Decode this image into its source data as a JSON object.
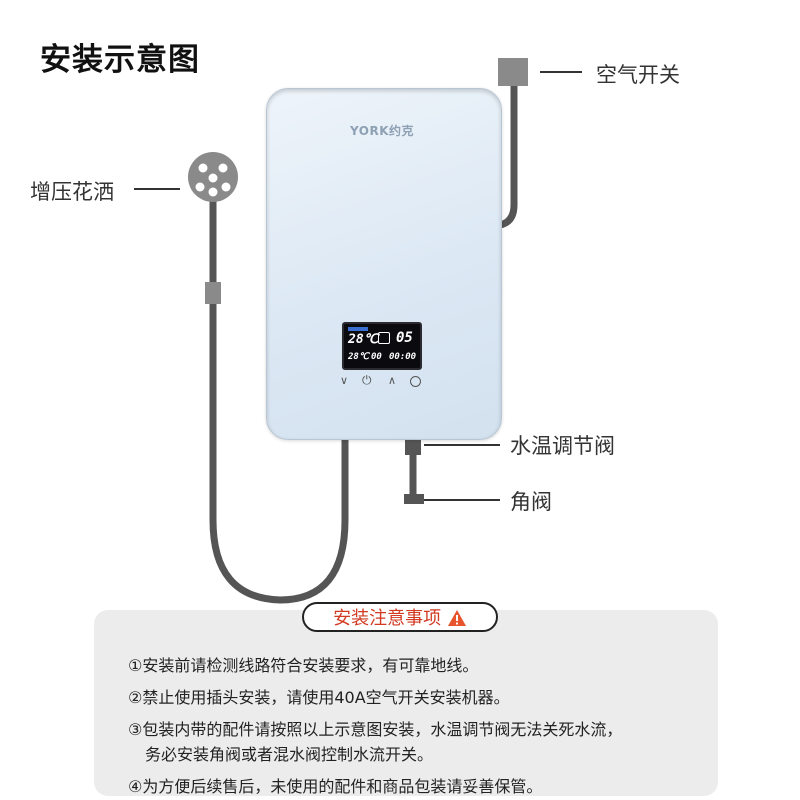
{
  "title": "安装示意图",
  "brand": "YORK约克",
  "display": {
    "temp_big": "28℃",
    "value_big": "05",
    "temp_small": "28℃",
    "time_small": "00",
    "clock": "00:00"
  },
  "labels": {
    "air_switch": "空气开关",
    "shower": "增压花洒",
    "temp_valve": "水温调节阀",
    "angle_valve": "角阀"
  },
  "notice": {
    "heading": "安装注意事项",
    "items": [
      "①安装前请检测线路符合安装要求，有可靠地线。",
      "②禁止使用插头安装，请使用40A空气开关安装机器。",
      "③包装内带的配件请按照以上示意图安装，水温调节阀无法关死水流，",
      "务必安装角阀或者混水阀控制水流开关。",
      "④为方便后续售后，未使用的配件和商品包装请妥善保管。"
    ]
  },
  "colors": {
    "pipe": "#555555",
    "connector": "#8a8a8a",
    "warning": "#d23a22",
    "notice_bg": "#ececec"
  }
}
